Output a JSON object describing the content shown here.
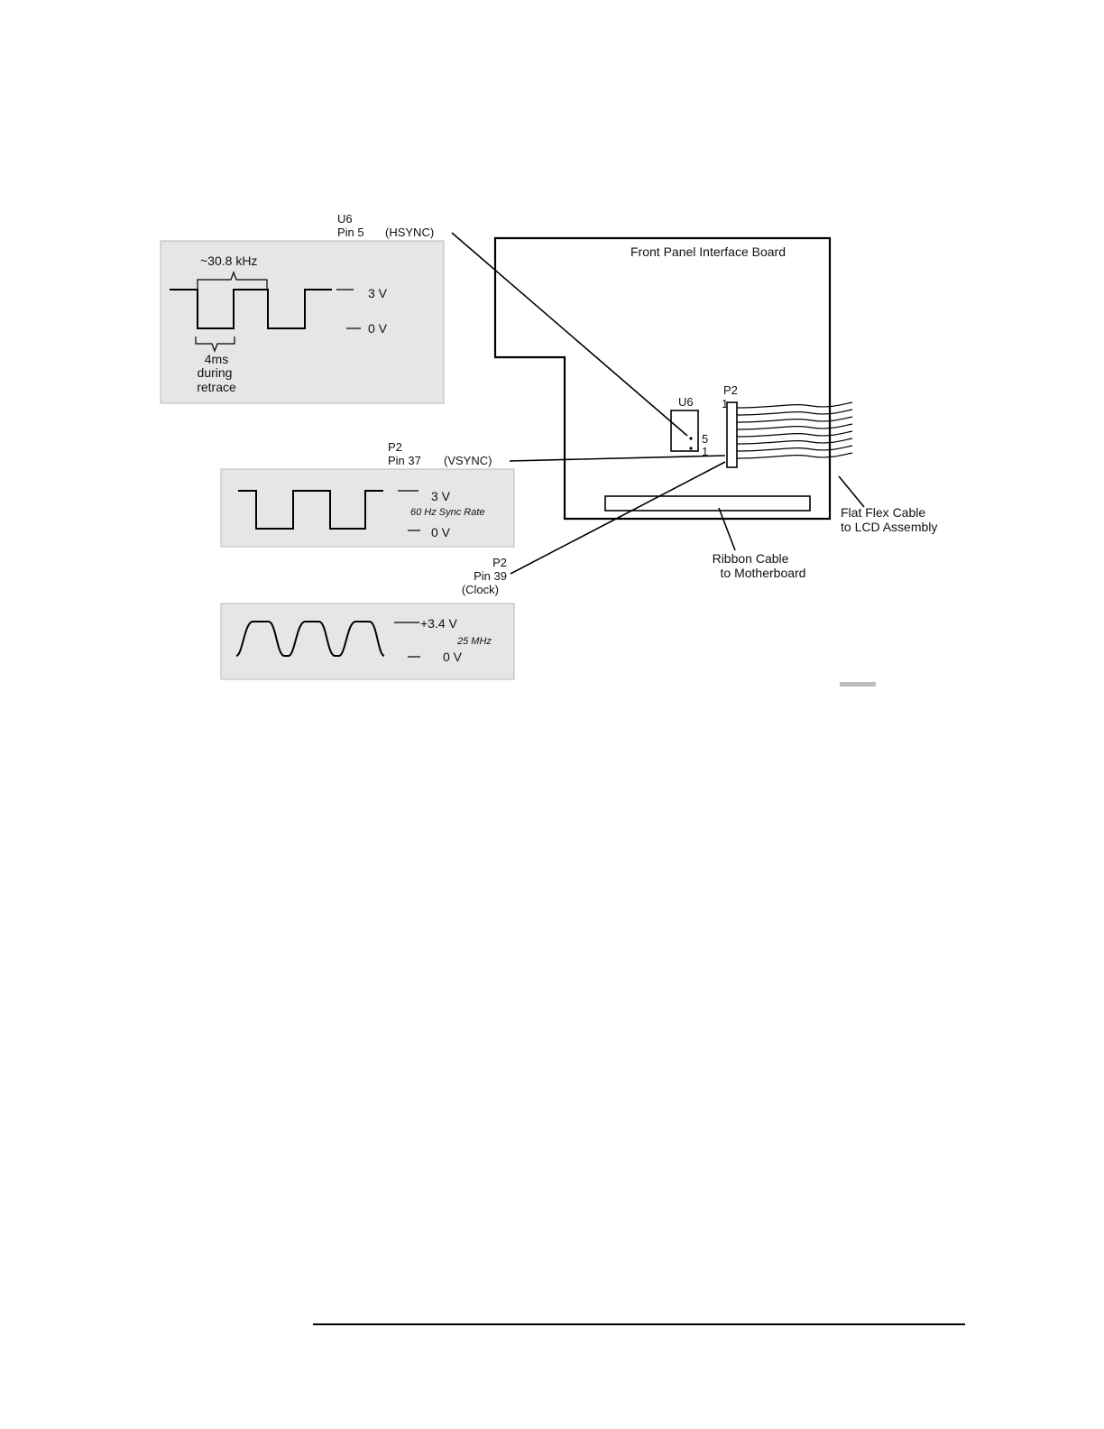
{
  "labels": {
    "u6_pin5": {
      "ref": "U6",
      "pin": "Pin 5",
      "signal": "(HSYNC)"
    },
    "p2_pin37": {
      "ref": "P2",
      "pin": "Pin 37",
      "signal": "(VSYNC)"
    },
    "p2_pin39": {
      "ref": "P2",
      "pin": "Pin 39",
      "signal": "(Clock)"
    }
  },
  "hsync_panel": {
    "freq": "~30.8 kHz",
    "high": "3 V",
    "low": "0 V",
    "pulse_1": "4ms",
    "pulse_2": "during",
    "pulse_3": "retrace"
  },
  "vsync_panel": {
    "high": "3 V",
    "rate": "60 Hz Sync Rate",
    "low": "0 V"
  },
  "clock_panel": {
    "high": "+3.4 V",
    "rate": "25 MHz",
    "low": "0 V"
  },
  "board": {
    "title": "Front Panel Interface Board",
    "u6": "U6",
    "u6_pin5": "5",
    "u6_pin1": "1",
    "p2": "P2",
    "p2_pin1": "1",
    "flex_1": "Flat Flex Cable",
    "flex_2": "to LCD Assembly",
    "ribbon_1": "Ribbon Cable",
    "ribbon_2": "to Motherboard"
  }
}
